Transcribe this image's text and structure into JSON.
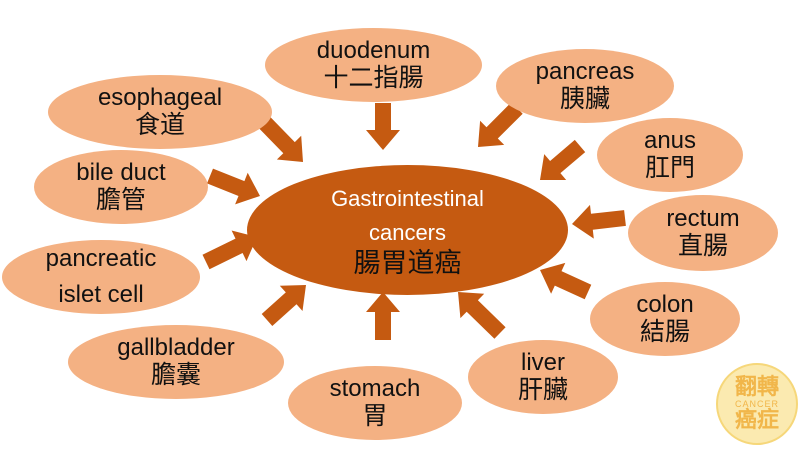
{
  "center": {
    "en": "Gastrointestinal cancers",
    "zh": "腸胃道癌"
  },
  "nodes": [
    {
      "id": "duodenum",
      "en": "duodenum",
      "zh": "十二指腸"
    },
    {
      "id": "pancreas",
      "en": "pancreas",
      "zh": "胰臟"
    },
    {
      "id": "esophageal",
      "en": "esophageal",
      "zh": "食道"
    },
    {
      "id": "anus",
      "en": "anus",
      "zh": "肛門"
    },
    {
      "id": "bile-duct",
      "en": "bile duct",
      "zh": "膽管"
    },
    {
      "id": "rectum",
      "en": "rectum",
      "zh": "直腸"
    },
    {
      "id": "pancreatic-islet-cell",
      "en": "pancreatic islet cell",
      "zh": ""
    },
    {
      "id": "colon",
      "en": "colon",
      "zh": "結腸"
    },
    {
      "id": "gallbladder",
      "en": "gallbladder",
      "zh": "膽囊"
    },
    {
      "id": "liver",
      "en": "liver",
      "zh": "肝臟"
    },
    {
      "id": "stomach",
      "en": "stomach",
      "zh": "胃"
    }
  ],
  "logo": {
    "line1": "翻轉",
    "line2": "CANCER",
    "line3": "癌症"
  },
  "colors": {
    "node_fill": "#f4b183",
    "center_fill": "#c55a11",
    "arrow": "#c55a11",
    "logo_fill": "#fbeab0"
  }
}
